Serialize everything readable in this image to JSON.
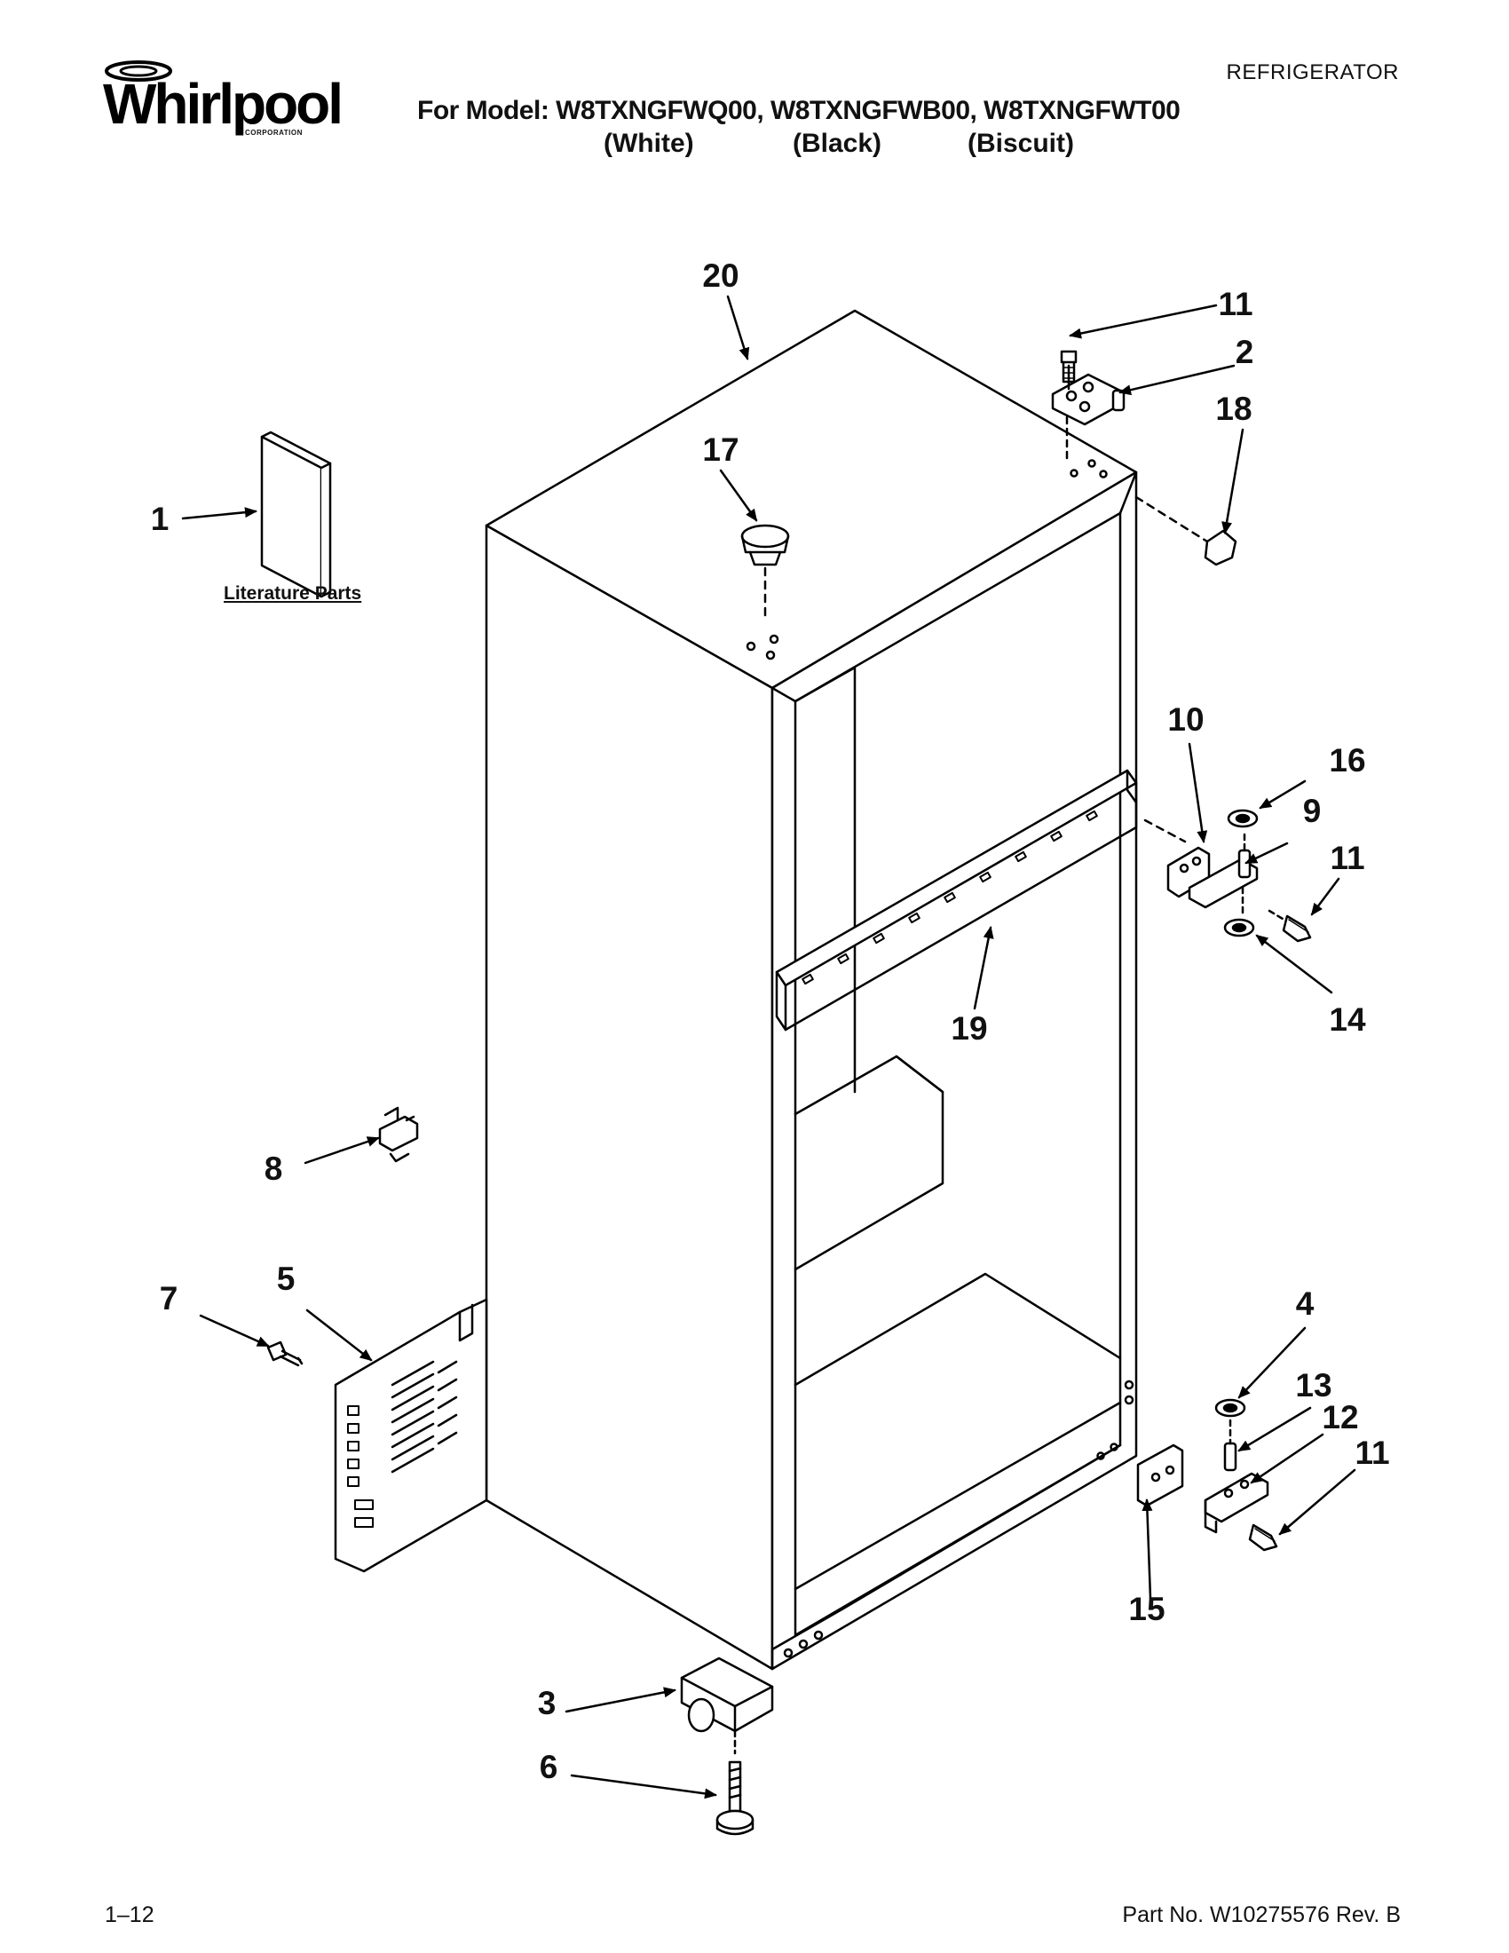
{
  "header": {
    "brand_word": "Whirlpool",
    "brand_sub": "CORPORATION",
    "category": "REFRIGERATOR",
    "model_line": "For Model: W8TXNGFWQ00, W8TXNGFWB00, W8TXNGFWT00",
    "variants": [
      "(White)",
      "(Black)",
      "(Biscuit)"
    ]
  },
  "literature_label": "Literature Parts",
  "callouts": {
    "c1": "1",
    "c2": "2",
    "c3": "3",
    "c4": "4",
    "c5": "5",
    "c6": "6",
    "c7": "7",
    "c8": "8",
    "c9": "9",
    "c10": "10",
    "c11a": "11",
    "c11b": "11",
    "c11c": "11",
    "c12": "12",
    "c13": "13",
    "c14": "14",
    "c15": "15",
    "c16": "16",
    "c17": "17",
    "c18": "18",
    "c19": "19",
    "c20": "20"
  },
  "footer": {
    "page": "1–12",
    "part_no": "Part No. W10275576 Rev. B"
  }
}
